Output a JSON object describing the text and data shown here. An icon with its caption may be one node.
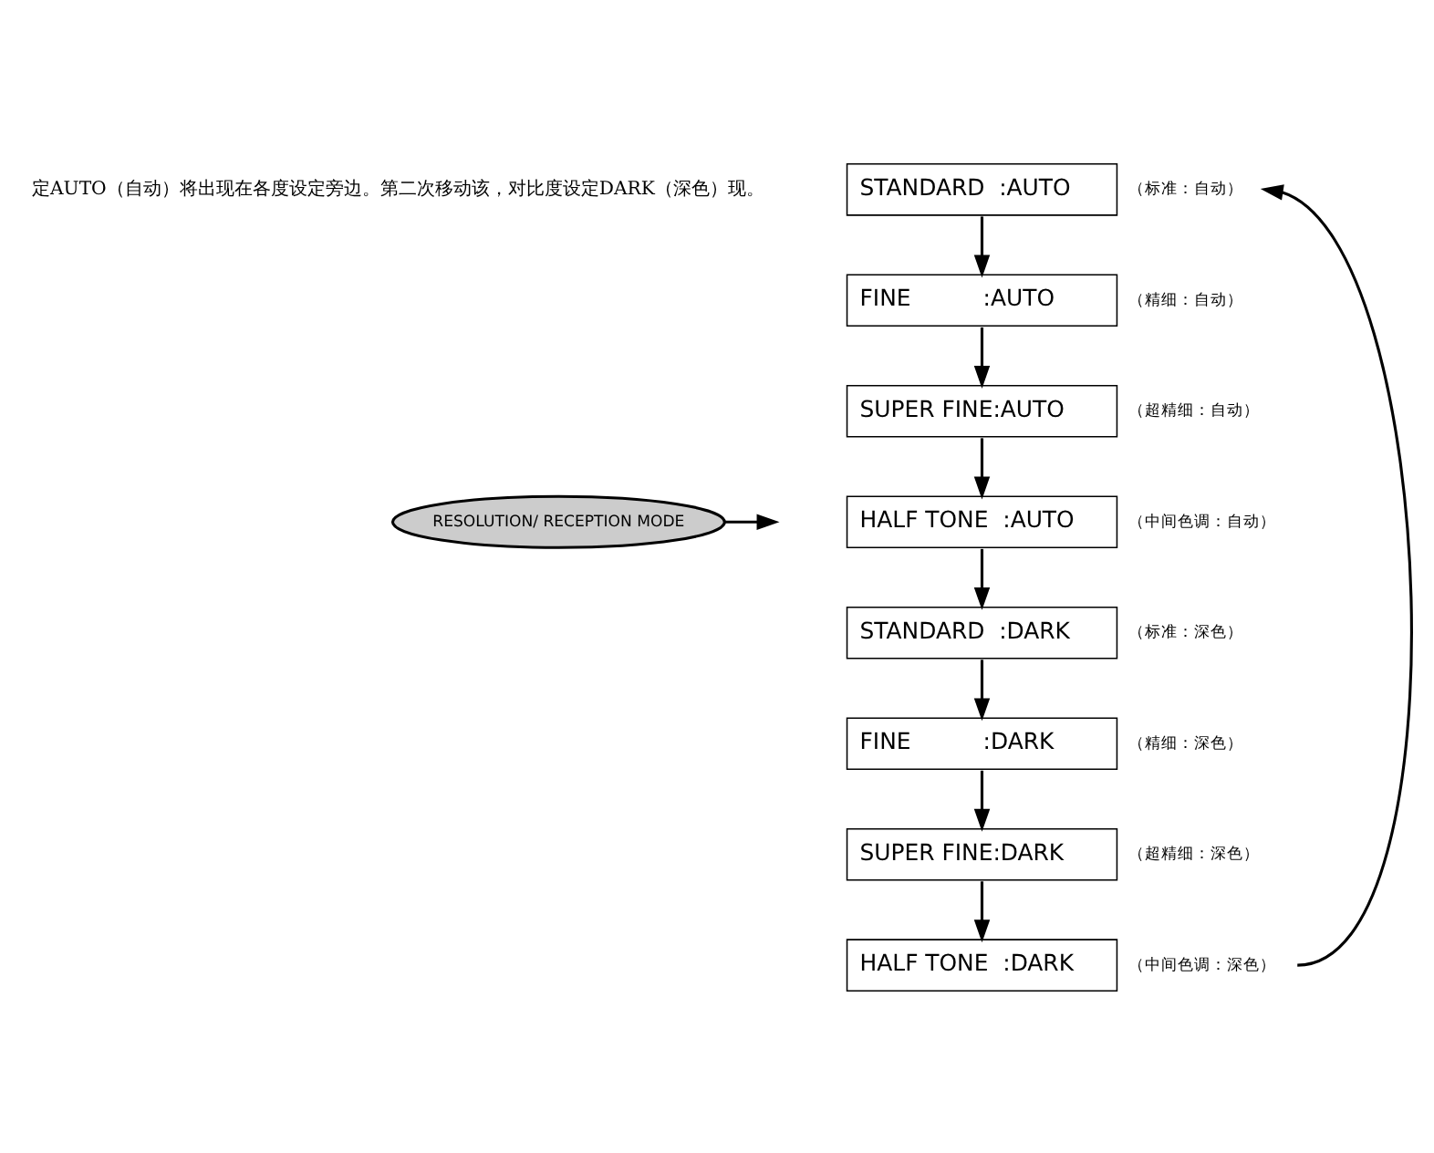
{
  "diagram": {
    "nodes": [
      {
        "text": [
          "RESOLUTION/ RECEPTION MODE"
        ]
      },
      {
        "text": [
          "STANDARD  :AUTO"
        ],
        "beside": [
          "（标准：自动）"
        ]
      },
      {
        "text": [
          "FINE          :AUTO"
        ],
        "beside": [
          "（精细：自动）"
        ]
      },
      {
        "text": [
          "SUPER FINE:AUTO"
        ],
        "beside": [
          "（超精细：自动）"
        ]
      },
      {
        "text": [
          "HALF TONE  :AUTO"
        ],
        "beside": [
          "（中间色调：自动）"
        ]
      },
      {
        "text": [
          "STANDARD  :DARK"
        ],
        "beside": [
          "（标准：深色）"
        ]
      },
      {
        "text": [
          "FINE          :DARK"
        ],
        "beside": [
          "（精细：深色）"
        ]
      },
      {
        "text": [
          "SUPER FINE:DARK"
        ],
        "beside": [
          "（超精细：深色）"
        ]
      },
      {
        "text": [
          "HALF TONE  :DARK"
        ],
        "beside": [
          "（中间色调：深色）"
        ]
      }
    ],
    "edges": [
      {
        "from": 1,
        "to": 2,
        "arrow": "to"
      },
      {
        "from": 2,
        "to": 3,
        "arrow": "to"
      },
      {
        "from": 3,
        "to": 4,
        "arrow": "to"
      },
      {
        "from": 4,
        "to": 5,
        "arrow": "to"
      },
      {
        "from": 5,
        "to": 6,
        "arrow": "to"
      },
      {
        "from": 6,
        "to": 7,
        "arrow": "to"
      },
      {
        "from": 7,
        "to": 8,
        "arrow": "to"
      },
      {
        "from": 8,
        "to": 1,
        "arrow": "to"
      },
      {
        "from": 0,
        "to": null,
        "arrow": "to"
      }
    ],
    "labels": [
      "定AUTO（自动）将出现在各度设定旁边。第二次移动该，对比度设定DARK（深色）现。"
    ]
  }
}
